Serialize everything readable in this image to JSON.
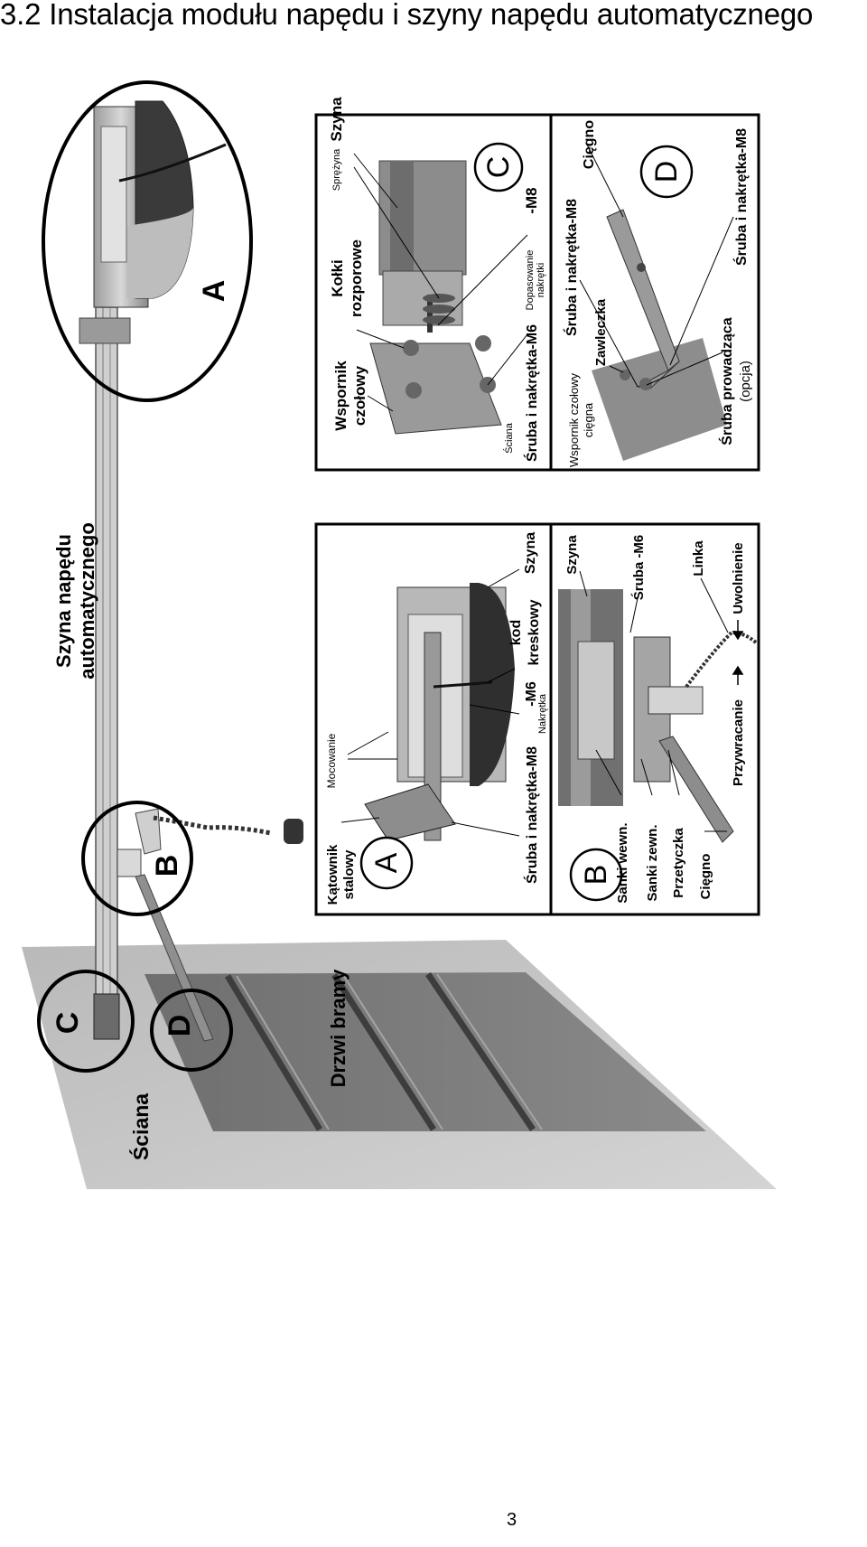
{
  "page": {
    "title": "3.2 Instalacja modułu napędu i szyny napędu automatycznego",
    "number": "3"
  },
  "main": {
    "rail_label_1": "Szyna napędu",
    "rail_label_2": "automatycznego",
    "wall_label": "Ściana",
    "door_label": "Drzwi bramy",
    "circle_a": "A",
    "circle_b": "B",
    "circle_c": "C",
    "circle_d": "D"
  },
  "panel_a": {
    "letter": "A",
    "katownik_1": "Kątownik",
    "katownik_2": "stalowy",
    "mocowanie": "Mocowanie",
    "sruba_m8": "Śruba i nakrętka-M8",
    "nakretka": "Nakrętka",
    "m6": "-M6",
    "kod_1": "kod",
    "kod_2": "kreskowy",
    "szyna": "Szyna"
  },
  "panel_b": {
    "letter": "B",
    "sanki_wewn": "Sanki wewn.",
    "sanki_zewn": "Sanki zewn.",
    "przetyczka": "Przetyczka",
    "ciegno": "Cięgno",
    "szyna": "Szyna",
    "sruba_m6": "Śruba -M6",
    "linka": "Linka",
    "uwolnienie": "Uwolnienie",
    "przywracanie": "Przywracanie"
  },
  "panel_c": {
    "letter": "C",
    "wspornik_1": "Wspornik",
    "wspornik_2": "czołowy",
    "kolki_1": "Kołki",
    "kolki_2": "rozporowe",
    "sprezyna": "Sprężyna",
    "szyna": "Szyna",
    "sciana": "Ściana",
    "sruba_m6": "Śruba i nakrętka-M6",
    "dopas_1": "Dopasowanie",
    "dopas_2": "nakrętki",
    "m8": "-M8"
  },
  "panel_d": {
    "letter": "D",
    "wspornik_1": "Wspornik czołowy",
    "wspornik_2": "cięgna",
    "zawleczka": "Zawleczka",
    "sruba_m8_1": "Śruba i nakrętka-M8",
    "sruba_m8_2": "Śruba i nakrętka-M8",
    "ciegno": "Cięgno",
    "prow_1": "Śruba prowadząca",
    "prow_2": "(opcja)"
  }
}
